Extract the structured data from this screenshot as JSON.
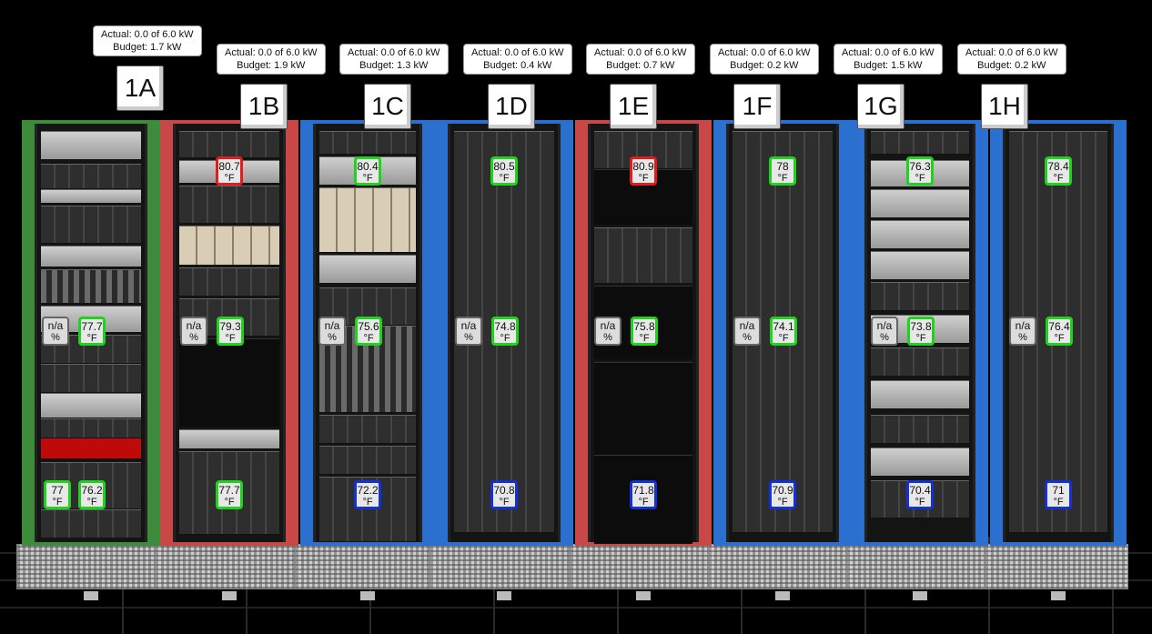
{
  "racks": [
    {
      "id": "1A",
      "actual": "Actual: 0.0 of 6.0 kW",
      "budget": "Budget: 1.7 kW",
      "mid_humidity": "n/a",
      "mid_humidity_unit": "%",
      "mid_temp": "77.7",
      "bottom_temps": [
        "77",
        "76.2"
      ],
      "color": "#3c8c3c"
    },
    {
      "id": "1B",
      "actual": "Actual: 0.0 of 6.0 kW",
      "budget": "Budget: 1.9 kW",
      "top_temp": "80.7",
      "mid_humidity": "n/a",
      "mid_humidity_unit": "%",
      "mid_temp": "79.3",
      "bottom_temps": [
        "77.7"
      ],
      "color": "#c84848"
    },
    {
      "id": "1C",
      "actual": "Actual: 0.0 of 6.0 kW",
      "budget": "Budget: 1.3 kW",
      "top_temp": "80.4",
      "mid_humidity": "n/a",
      "mid_humidity_unit": "%",
      "mid_temp": "75.6",
      "bottom_temps": [
        "72.2"
      ],
      "color": "#2b6fcf"
    },
    {
      "id": "1D",
      "actual": "Actual: 0.0 of 6.0 kW",
      "budget": "Budget: 0.4 kW",
      "top_temp": "80.5",
      "mid_humidity": "n/a",
      "mid_humidity_unit": "%",
      "mid_temp": "74.8",
      "bottom_temps": [
        "70.8"
      ],
      "color": "#2b6fcf"
    },
    {
      "id": "1E",
      "actual": "Actual: 0.0 of 6.0 kW",
      "budget": "Budget: 0.7 kW",
      "top_temp": "80.9",
      "mid_humidity": "n/a",
      "mid_humidity_unit": "%",
      "mid_temp": "75.8",
      "bottom_temps": [
        "71.8"
      ],
      "color": "#c84848"
    },
    {
      "id": "1F",
      "actual": "Actual: 0.0 of 6.0 kW",
      "budget": "Budget: 0.2 kW",
      "top_temp": "78",
      "mid_humidity": "n/a",
      "mid_humidity_unit": "%",
      "mid_temp": "74.1",
      "bottom_temps": [
        "70.9"
      ],
      "color": "#2b6fcf"
    },
    {
      "id": "1G",
      "actual": "Actual: 0.0 of 6.0 kW",
      "budget": "Budget: 1.5 kW",
      "top_temp": "76.3",
      "mid_humidity": "n/a",
      "mid_humidity_unit": "%",
      "mid_temp": "73.8",
      "bottom_temps": [
        "70.4"
      ],
      "color": "#2b6fcf"
    },
    {
      "id": "1H",
      "actual": "Actual: 0.0 of 6.0 kW",
      "budget": "Budget: 0.2 kW",
      "top_temp": "78.4",
      "mid_humidity": "n/a",
      "mid_humidity_unit": "%",
      "mid_temp": "76.4",
      "bottom_temps": [
        "71"
      ],
      "color": "#2b6fcf"
    }
  ],
  "temp_unit": "°F",
  "colors": {
    "green_sensor": "#1ed21e",
    "red_sensor": "#e21c1c",
    "blue_sensor": "#1430d8"
  }
}
